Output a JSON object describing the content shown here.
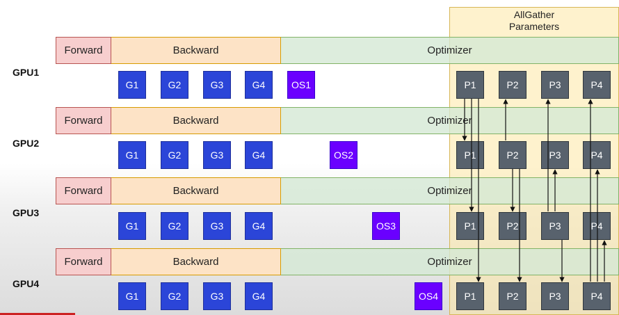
{
  "allgather_label": [
    "AllGather",
    "Parameters"
  ],
  "gpus": [
    {
      "label": "GPU1",
      "forward": "Forward",
      "backward": "Backward",
      "optimizer": "Optimizer",
      "grads": [
        "G1",
        "G2",
        "G3",
        "G4"
      ],
      "os": "OS1",
      "params": [
        "P1",
        "P2",
        "P3",
        "P4"
      ]
    },
    {
      "label": "GPU2",
      "forward": "Forward",
      "backward": "Backward",
      "optimizer": "Optimizer",
      "grads": [
        "G1",
        "G2",
        "G3",
        "G4"
      ],
      "os": "OS2",
      "params": [
        "P1",
        "P2",
        "P3",
        "P4"
      ]
    },
    {
      "label": "GPU3",
      "forward": "Forward",
      "backward": "Backward",
      "optimizer": "Optimizer",
      "grads": [
        "G1",
        "G2",
        "G3",
        "G4"
      ],
      "os": "OS3",
      "params": [
        "P1",
        "P2",
        "P3",
        "P4"
      ]
    },
    {
      "label": "GPU4",
      "forward": "Forward",
      "backward": "Backward",
      "optimizer": "Optimizer",
      "grads": [
        "G1",
        "G2",
        "G3",
        "G4"
      ],
      "os": "OS4",
      "params": [
        "P1",
        "P2",
        "P3",
        "P4"
      ]
    }
  ],
  "colors": {
    "forward": "#f7cece",
    "backward": "#fde3c6",
    "optimizer": "#d5e8d4",
    "gradient": "#2b45d8",
    "optimizer_state": "#6a00ff",
    "parameter": "#58626d",
    "allgather": "#fde7a4"
  }
}
